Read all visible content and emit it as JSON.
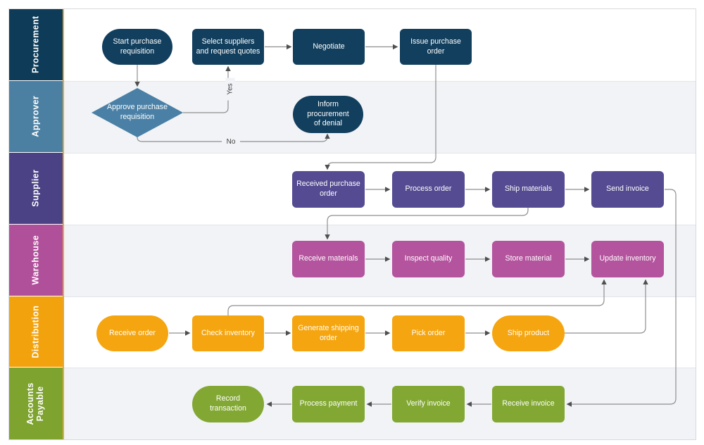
{
  "diagram": {
    "kind": "swimlane flowchart",
    "subject": "purchase order and fulfillment process"
  },
  "colors": {
    "lane_header_procurement": "#0d3b58",
    "lane_header_approver": "#4c80a2",
    "lane_header_supplier": "#4b4285",
    "lane_header_warehouse": "#b0509a",
    "lane_header_distribution": "#f2a20d",
    "lane_header_accounts_payable": "#7ea32f",
    "node_procurement": "#123f5e",
    "node_approver": "#4a80a6",
    "node_supplier": "#544b92",
    "node_warehouse": "#b4539e",
    "node_distribution": "#f5a50f",
    "node_accounts_payable": "#82a833",
    "lane_body_alt": "#f1f3f6",
    "lane_divider": "#dfa944",
    "connector": "#8f8f8f",
    "arrowhead": "#4f4f4f",
    "node_text": "#ffffff"
  },
  "lanes": [
    {
      "label": "Procurement"
    },
    {
      "label": "Approver"
    },
    {
      "label": "Supplier"
    },
    {
      "label": "Warehouse"
    },
    {
      "label": "Distribution"
    },
    {
      "label": "Accounts Payable"
    }
  ],
  "edge_labels": {
    "yes": "Yes",
    "no": "No"
  },
  "nodes": {
    "start_purchase": {
      "label": "Start purchase requisition",
      "shape": "terminator",
      "lane": "Procurement"
    },
    "select_suppliers": {
      "label": "Select suppliers and request quotes",
      "shape": "process",
      "lane": "Procurement"
    },
    "negotiate": {
      "label": "Negotiate",
      "shape": "process",
      "lane": "Procurement"
    },
    "issue_po": {
      "label": "Issue purchase order",
      "shape": "process",
      "lane": "Procurement"
    },
    "approve_requisition": {
      "label": "Approve purchase requisition",
      "shape": "decision",
      "lane": "Approver"
    },
    "inform_denial": {
      "label": "Inform procurement of denial",
      "shape": "terminator",
      "lane": "Approver"
    },
    "received_po": {
      "label": "Received purchase order",
      "shape": "process",
      "lane": "Supplier"
    },
    "process_order": {
      "label": "Process order",
      "shape": "process",
      "lane": "Supplier"
    },
    "ship_materials": {
      "label": "Ship materials",
      "shape": "process",
      "lane": "Supplier"
    },
    "send_invoice": {
      "label": "Send invoice",
      "shape": "process",
      "lane": "Supplier"
    },
    "receive_materials": {
      "label": "Receive materials",
      "shape": "process",
      "lane": "Warehouse"
    },
    "inspect_quality": {
      "label": "Inspect quality",
      "shape": "process",
      "lane": "Warehouse"
    },
    "store_material": {
      "label": "Store material",
      "shape": "process",
      "lane": "Warehouse"
    },
    "update_inventory": {
      "label": "Update inventory",
      "shape": "process",
      "lane": "Warehouse"
    },
    "receive_order": {
      "label": "Receive order",
      "shape": "terminator",
      "lane": "Distribution"
    },
    "check_inventory": {
      "label": "Check inventory",
      "shape": "process",
      "lane": "Distribution"
    },
    "generate_shipping": {
      "label": "Generate shipping order",
      "shape": "process",
      "lane": "Distribution"
    },
    "pick_order": {
      "label": "Pick order",
      "shape": "process",
      "lane": "Distribution"
    },
    "ship_product": {
      "label": "Ship product",
      "shape": "terminator",
      "lane": "Distribution"
    },
    "record_transaction": {
      "label": "Record transaction",
      "shape": "terminator",
      "lane": "Accounts Payable"
    },
    "process_payment": {
      "label": "Process payment",
      "shape": "process",
      "lane": "Accounts Payable"
    },
    "verify_invoice": {
      "label": "Verify invoice",
      "shape": "process",
      "lane": "Accounts Payable"
    },
    "receive_invoice": {
      "label": "Receive invoice",
      "shape": "process",
      "lane": "Accounts Payable"
    }
  }
}
